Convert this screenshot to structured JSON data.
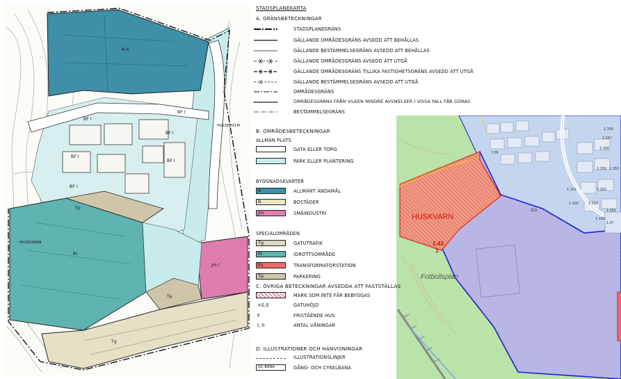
{
  "plan_map": {
    "zone_labels": {
      "a2": "A II",
      "bf1": "BF I",
      "bf2": "BF I",
      "bf3": "BF I",
      "bf4": "BF I",
      "bf5": "BF I",
      "bf6": "BF I",
      "tp1": "Tp",
      "tp2": "Tp",
      "ri": "Ri",
      "jm": "Jm I",
      "tg": "Tg",
      "hus": "HUSKVARN"
    },
    "street_label": "HOLSEHOLM",
    "colors": {
      "allmant_andamal": "#3f8fa8",
      "park": "#c8ecec",
      "bostader": "#ece6c2",
      "smaindustri": "#e07fb0",
      "gatutrafik": "#dcd6c0",
      "idrott": "#5fb3b0",
      "transformator": "#f06a6a",
      "parkering": "#cfc6aa"
    }
  },
  "legend": {
    "title": "STADSPLANEKARTA",
    "section_a": {
      "heading": "A. GRÄNSBETECKNINGAR",
      "items": [
        "STADSPLANEGRÄNS",
        "GÄLLANDE OMRÅDESGRÄNS AVSEDD ATT BEHÅLLAS",
        "GÄLLANDE BESTÄMMELSEGRÄNS AVSEDD ATT BEHÅLLAS",
        "GÄLLANDE OMRÅDESGRÄNS AVSEDD ATT UTGÅ",
        "GÄLLANDE OMRÅDESGRÄNS TILLIKA FASTIGHETSGRÄNS AVSEDD ATT UTGÅ",
        "GÄLLANDE BESTÄMMELSEGRÄNS AVSEDD ATT UTGÅ",
        "OMRÅDESGRÄNS",
        "OMRÅDESGRÄNS FRÅN VILKEN MINDRE AVVIKELSER I VISSA FALL FÅR GÖRAS",
        "BESTÄMMELSEGRÄNS"
      ]
    },
    "section_b": {
      "heading": "B. OMRÅDESBETECKNINGAR",
      "sub_allman": "ALLMÄN PLATS",
      "allman_items": [
        "GATA ELLER TORG",
        "PARK ELLER PLANTERING"
      ],
      "sub_bygg": "BYGGNADSKVARTER",
      "bygg_items": [
        {
          "code": "A",
          "label": "ALLMÄNT ÄNDAMÅL"
        },
        {
          "code": "B",
          "label": "BOSTÄDER"
        },
        {
          "code": "Jm",
          "label": "SMÅINDUSTRI"
        }
      ],
      "sub_special": "SPECIALOMRÅDEN",
      "special_items": [
        {
          "code": "Tg",
          "label": "GATUTRAFIK"
        },
        {
          "code": "Ri",
          "label": "IDROTTSOMRÅDE"
        },
        {
          "code": "Es",
          "label": "TRANSFORMATORSTATION"
        },
        {
          "code": "Tp",
          "label": "PARKERING"
        }
      ]
    },
    "section_c": {
      "heading": "C. ÖVRIGA BETECKNINGAR AVSEDDA ATT FASTSTÄLLAS",
      "items": [
        {
          "code": "",
          "label": "MARK SOM INTE FÅR BEBYGGAS"
        },
        {
          "code": "+0,0",
          "label": "GATUHÖJD"
        },
        {
          "code": "F",
          "label": "FRISTÅENDE HUS"
        },
        {
          "code": "I, II",
          "label": "ANTAL VÅNINGAR"
        }
      ]
    },
    "section_d": {
      "heading": "D. ILLUSTRATIONER OCH HÄNVISNINGAR",
      "items": [
        {
          "code": "",
          "label": "ILLUSTRATIONSLINJER"
        },
        {
          "code": "GC-BANA",
          "label": "GÅNG- OCH CYKELBANA"
        }
      ]
    }
  },
  "inset_map": {
    "area_name": "HUSKVARN",
    "parcel_number": "1:43",
    "parcel_sub": "1",
    "field_label": "Fotbollsplan",
    "road_marker": "311",
    "lot_labels": [
      "1:156",
      "1:157",
      "1:158",
      "1:159",
      "1:153",
      "1:152",
      "1:154",
      "1:155",
      "1:161",
      "1:160",
      "1:27",
      "1:151",
      "7:55"
    ],
    "colors": {
      "grass": "#b9e3a8",
      "residential": "#c4d6ef",
      "plan_fill": "#b7b8e6",
      "boundary": "#1a1ad8",
      "red_area": "#e8604a"
    }
  }
}
